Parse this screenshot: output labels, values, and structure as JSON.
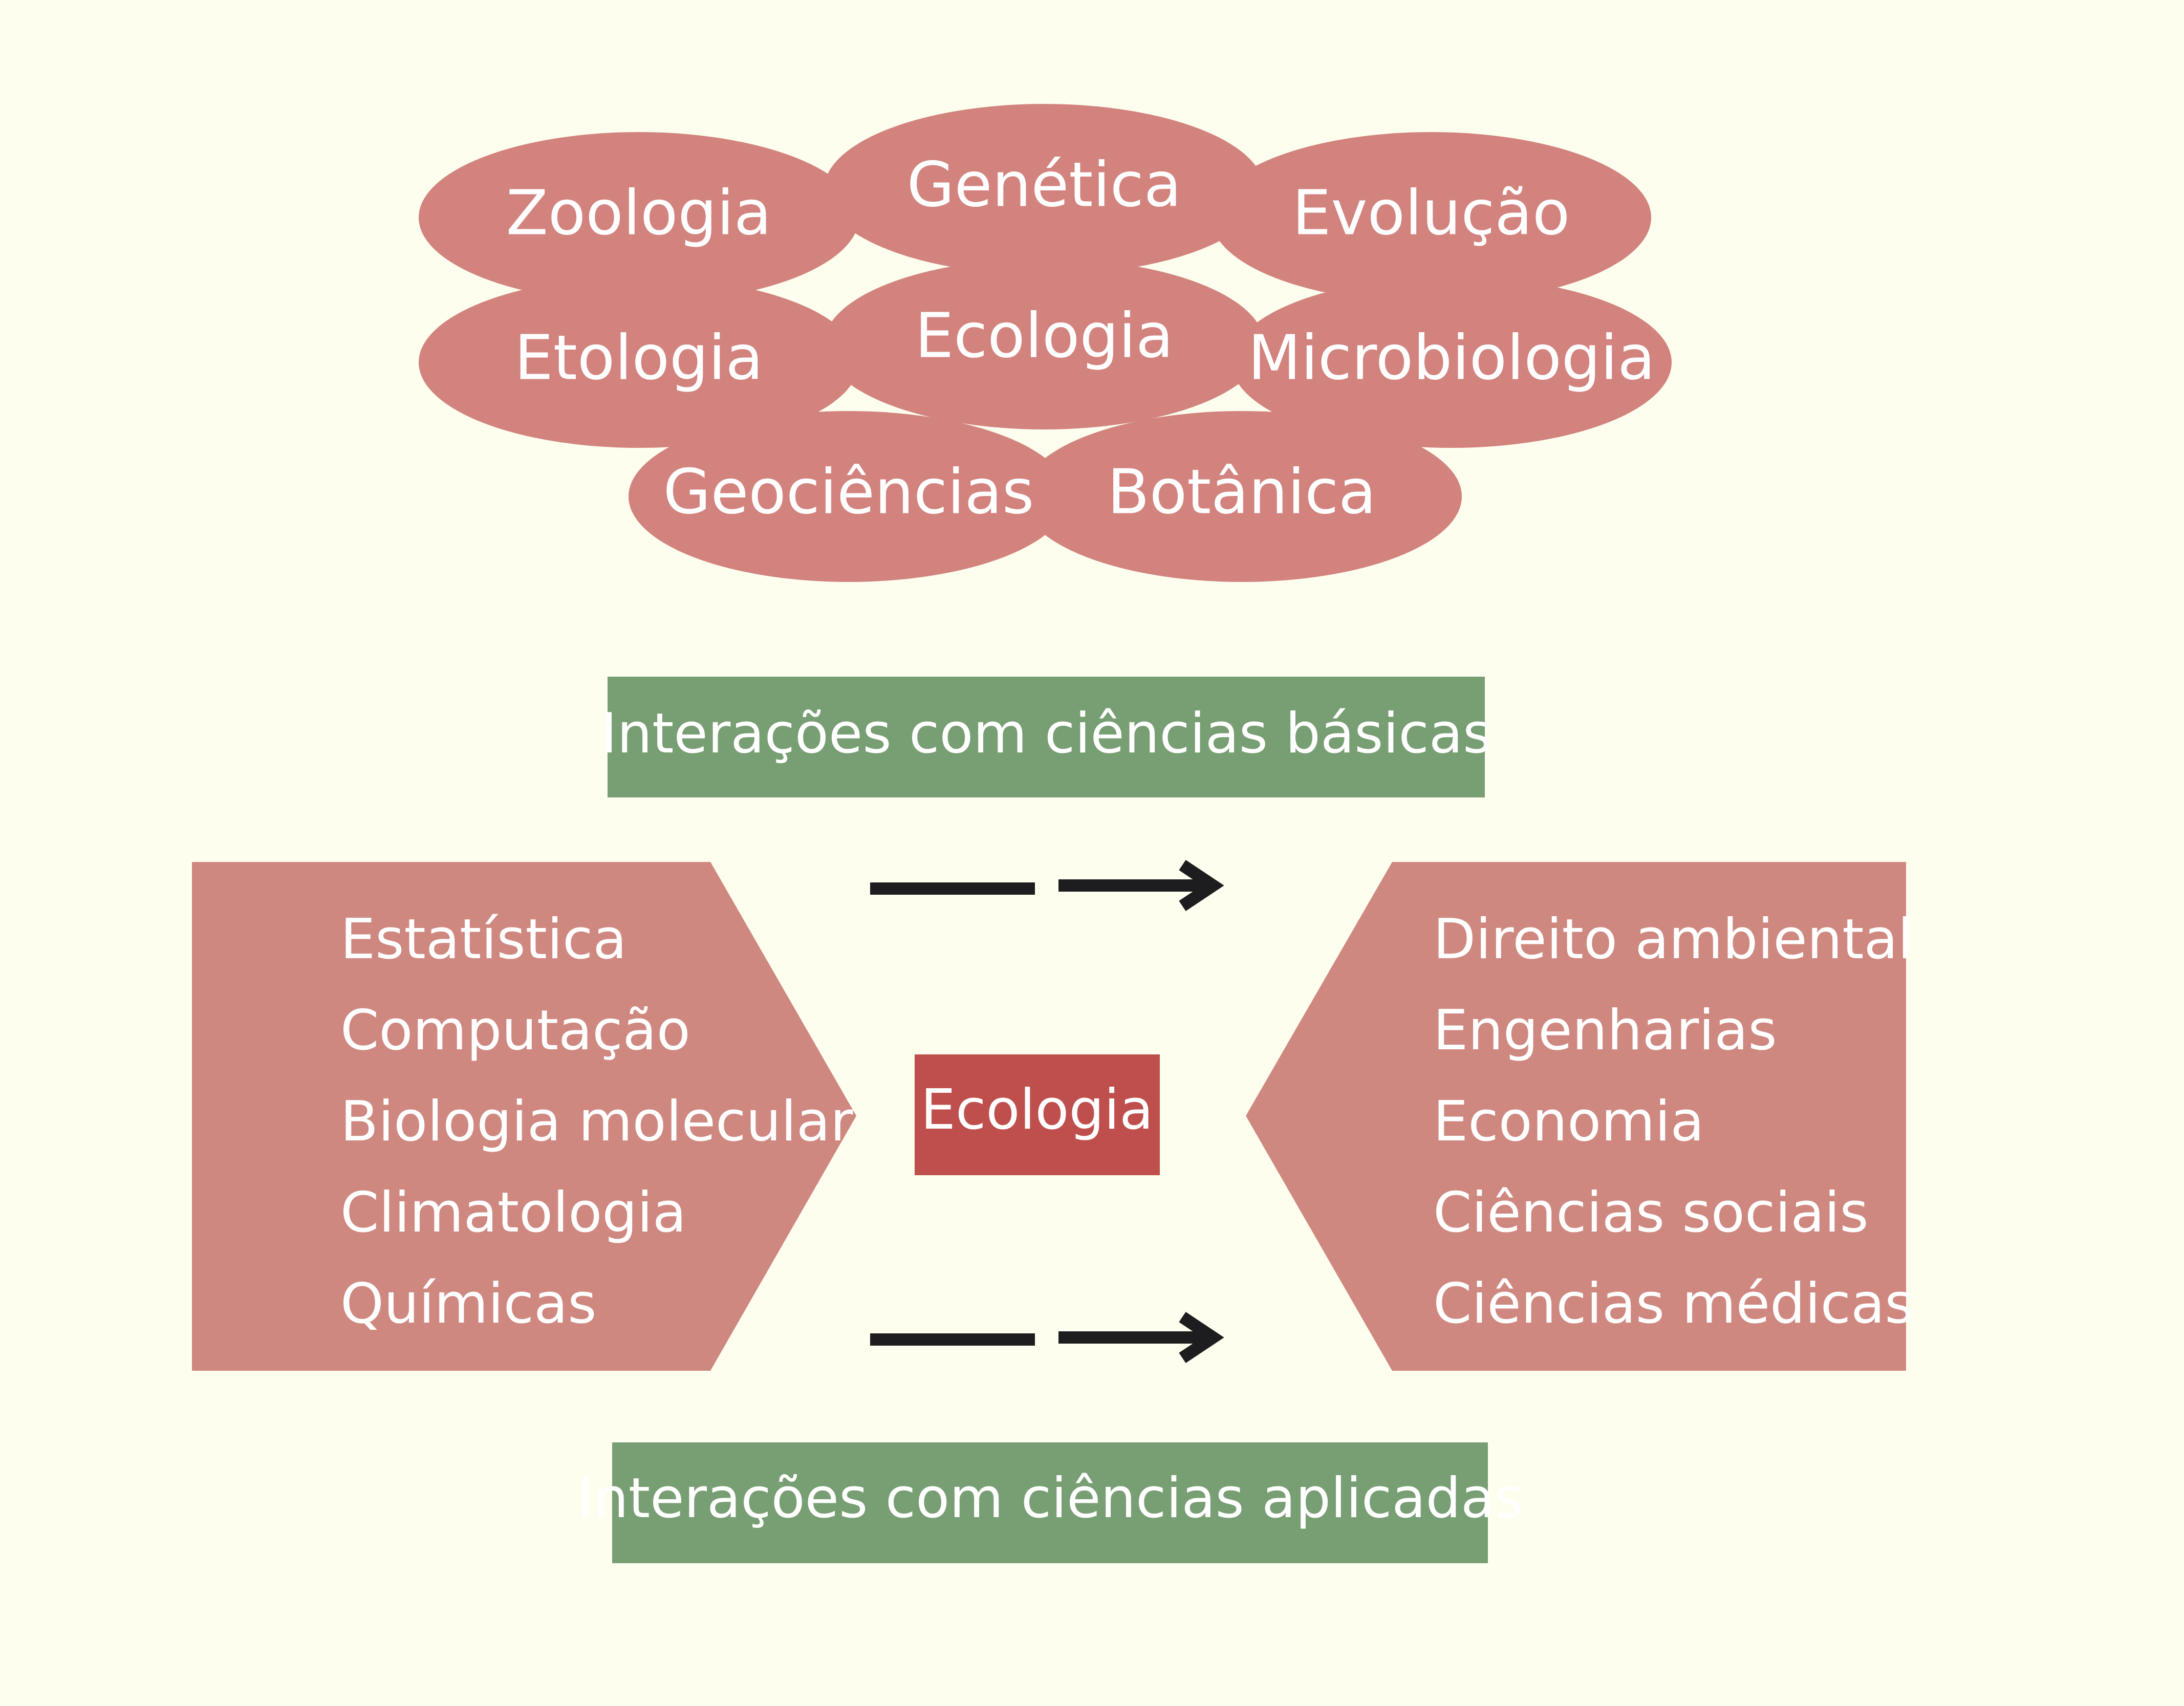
{
  "basic_sciences": {
    "zoology": "Zoologia",
    "genetics": "Genética",
    "evolution": "Evolução",
    "ethology": "Etologia",
    "ecology": "Ecologia",
    "microbiology": "Microbiologia",
    "geosciences": "Geociências",
    "botany": "Botânica"
  },
  "banner_basic": "Interações com ciências básicas",
  "left_list": [
    "Estatística",
    "Computação",
    "Biologia molecular",
    "Climatologia",
    "Químicas"
  ],
  "center_label": "Ecologia",
  "right_list": [
    "Direito ambiental",
    "Engenharias",
    "Economia",
    "Ciências sociais",
    "Ciências médicas"
  ],
  "banner_applied": "Interações com ciências aplicadas",
  "colors": {
    "background": "#fdfeee",
    "ellipse": "#d3837e",
    "chevron": "#cf8880",
    "banner": "#789e73",
    "center_box": "#be4f4c",
    "arrow": "#1d1d1f"
  }
}
